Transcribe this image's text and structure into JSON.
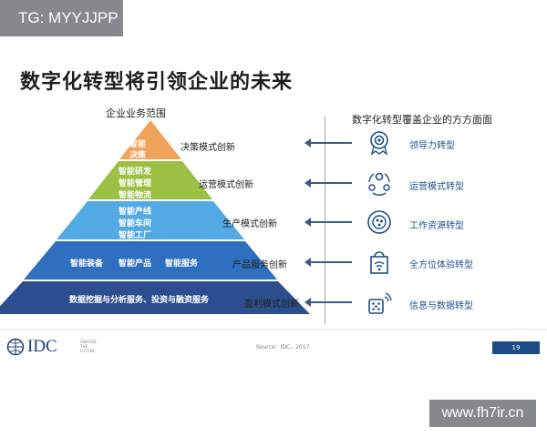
{
  "watermark_top": "TG: MYYJJPP",
  "watermark_bottom": "www.fh7ir.cn",
  "title": "数字化转型将引领企业的未来",
  "left_heading": "企业业务范围",
  "right_heading": "数字化转型覆盖企业的方方面面",
  "pyramid": {
    "levels": [
      {
        "lines": [
          "智能",
          "决策"
        ],
        "color": "#f0a25a"
      },
      {
        "lines": [
          "智能研发",
          "智能管理",
          "智能物流"
        ],
        "color": "#9bc043"
      },
      {
        "lines": [
          "智能产线",
          "智能车间",
          "智能工厂"
        ],
        "color": "#52a9e3"
      },
      {
        "items": [
          "智能装备",
          "智能产品",
          "智能服务"
        ],
        "color": "#2f6fbf"
      },
      {
        "lines": [
          "数据挖掘与分析服务、投资与融资服务"
        ],
        "color": "#2c4e8e"
      }
    ]
  },
  "innovations": [
    "决策模式创新",
    "运营模式创新",
    "生产模式创新",
    "产品服务创新",
    "盈利模式创新"
  ],
  "transformations": [
    {
      "label": "领导力转型",
      "icon": "leadership-icon"
    },
    {
      "label": "运营模式转型",
      "icon": "operations-icon"
    },
    {
      "label": "工作资源转型",
      "icon": "resources-icon"
    },
    {
      "label": "全方位体验转型",
      "icon": "experience-icon"
    },
    {
      "label": "信息与数据转型",
      "icon": "data-icon"
    }
  ],
  "footer": {
    "logo": "IDC",
    "logo_small": "ANALYZE THE FUTURE",
    "source": "Source：IDC，2017",
    "page": "19"
  },
  "colors": {
    "icon_blue": "#1e4e8c",
    "arrow": "#3c5a86"
  }
}
